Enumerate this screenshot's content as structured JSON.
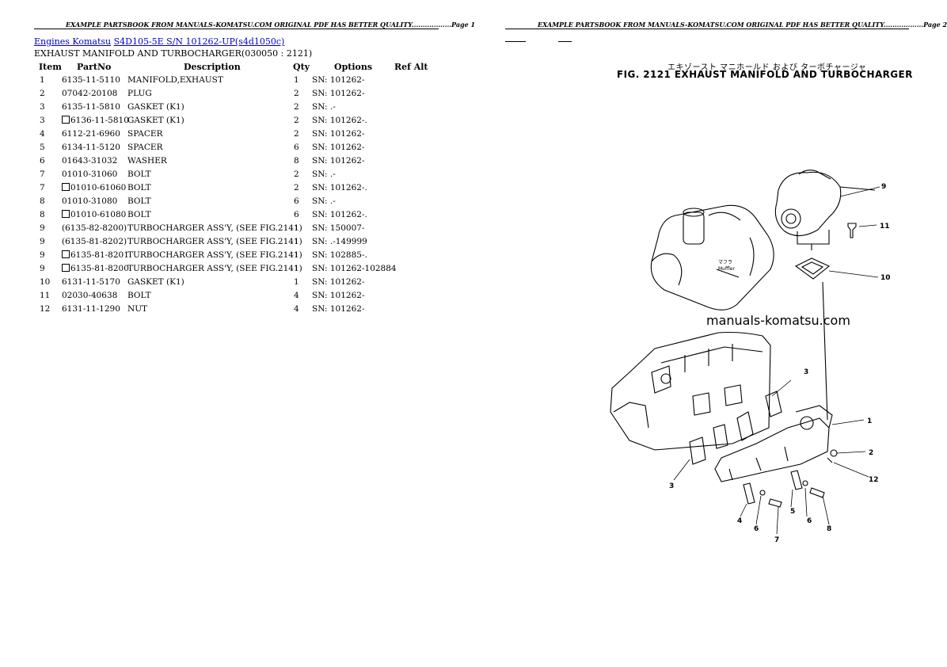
{
  "page1": {
    "header": "EXAMPLE PARTSBOOK FROM MANUALS-KOMATSU.COM ORIGINAL PDF HAS BETTER QUALITY..................Page 1",
    "breadcrumb": {
      "link1": "Engines Komatsu",
      "link2": "S4D105-5E S/N 101262-UP(s4d1050c)"
    },
    "subtitle": "EXHAUST MANIFOLD AND TURBOCHARGER(030050 : 2121)",
    "columns": {
      "item": "Item",
      "partno": "PartNo",
      "description": "Description",
      "qty": "Qty",
      "options": "Options",
      "refalt": "Ref Alt"
    },
    "rows": [
      {
        "item": "1",
        "partno": "6135-11-5110",
        "box": false,
        "description": "MANIFOLD,EXHAUST",
        "qty": "1",
        "options": "SN: 101262-"
      },
      {
        "item": "2",
        "partno": "07042-20108",
        "box": false,
        "description": "PLUG",
        "qty": "2",
        "options": "SN: 101262-"
      },
      {
        "item": "3",
        "partno": "6135-11-5810",
        "box": false,
        "description": "GASKET (K1)",
        "qty": "2",
        "options": "SN: .-"
      },
      {
        "item": "3",
        "partno": "6136-11-5810",
        "box": true,
        "description": "GASKET (K1)",
        "qty": "2",
        "options": "SN: 101262-."
      },
      {
        "item": "4",
        "partno": "6112-21-6960",
        "box": false,
        "description": "SPACER",
        "qty": "2",
        "options": "SN: 101262-"
      },
      {
        "item": "5",
        "partno": "6134-11-5120",
        "box": false,
        "description": "SPACER",
        "qty": "6",
        "options": "SN: 101262-"
      },
      {
        "item": "6",
        "partno": "01643-31032",
        "box": false,
        "description": "WASHER",
        "qty": "8",
        "options": "SN: 101262-"
      },
      {
        "item": "7",
        "partno": "01010-31060",
        "box": false,
        "description": "BOLT",
        "qty": "2",
        "options": "SN: .-"
      },
      {
        "item": "7",
        "partno": "01010-61060",
        "box": true,
        "description": "BOLT",
        "qty": "2",
        "options": "SN: 101262-."
      },
      {
        "item": "8",
        "partno": "01010-31080",
        "box": false,
        "description": "BOLT",
        "qty": "6",
        "options": "SN: .-"
      },
      {
        "item": "8",
        "partno": "01010-61080",
        "box": true,
        "description": "BOLT",
        "qty": "6",
        "options": "SN: 101262-."
      },
      {
        "item": "9",
        "partno": "(6135-82-8200)",
        "box": false,
        "description": "TURBOCHARGER ASS'Y, (SEE FIG.2141)",
        "qty": "1",
        "options": "SN: 150007-"
      },
      {
        "item": "9",
        "partno": "(6135-81-8202)",
        "box": false,
        "description": "TURBOCHARGER ASS'Y, (SEE FIG.2141)",
        "qty": "1",
        "options": "SN: .-149999"
      },
      {
        "item": "9",
        "partno": "6135-81-8201",
        "box": true,
        "description": "TURBOCHARGER ASS'Y, (SEE FIG.2141)",
        "qty": "1",
        "options": "SN: 102885-."
      },
      {
        "item": "9",
        "partno": "6135-81-8200",
        "box": true,
        "description": "TURBOCHARGER ASS'Y, (SEE FIG.2141)",
        "qty": "1",
        "options": "SN: 101262-102884"
      },
      {
        "item": "10",
        "partno": "6131-11-5170",
        "box": false,
        "description": "GASKET (K1)",
        "qty": "1",
        "options": "SN: 101262-"
      },
      {
        "item": "11",
        "partno": "02030-40638",
        "box": false,
        "description": "BOLT",
        "qty": "4",
        "options": "SN: 101262-"
      },
      {
        "item": "12",
        "partno": "6131-11-1290",
        "box": false,
        "description": "NUT",
        "qty": "4",
        "options": "SN: 101262-"
      }
    ]
  },
  "page2": {
    "header": "EXAMPLE PARTSBOOK FROM MANUALS-KOMATSU.COM ORIGINAL PDF HAS BETTER QUALITY..................Page 2",
    "figure_title_jp": "エキゾースト マニホールド および ターボチャージャ",
    "figure_title": "FIG. 2121  EXHAUST MANIFOLD AND TURBOCHARGER",
    "muffler_label_jp": "マフラ",
    "muffler_label": "Muffler",
    "watermark": "manuals-komatsu.com",
    "callouts": [
      "9",
      "11",
      "10",
      "3",
      "1",
      "2",
      "12",
      "3",
      "5",
      "4",
      "6",
      "6",
      "8",
      "7"
    ]
  }
}
